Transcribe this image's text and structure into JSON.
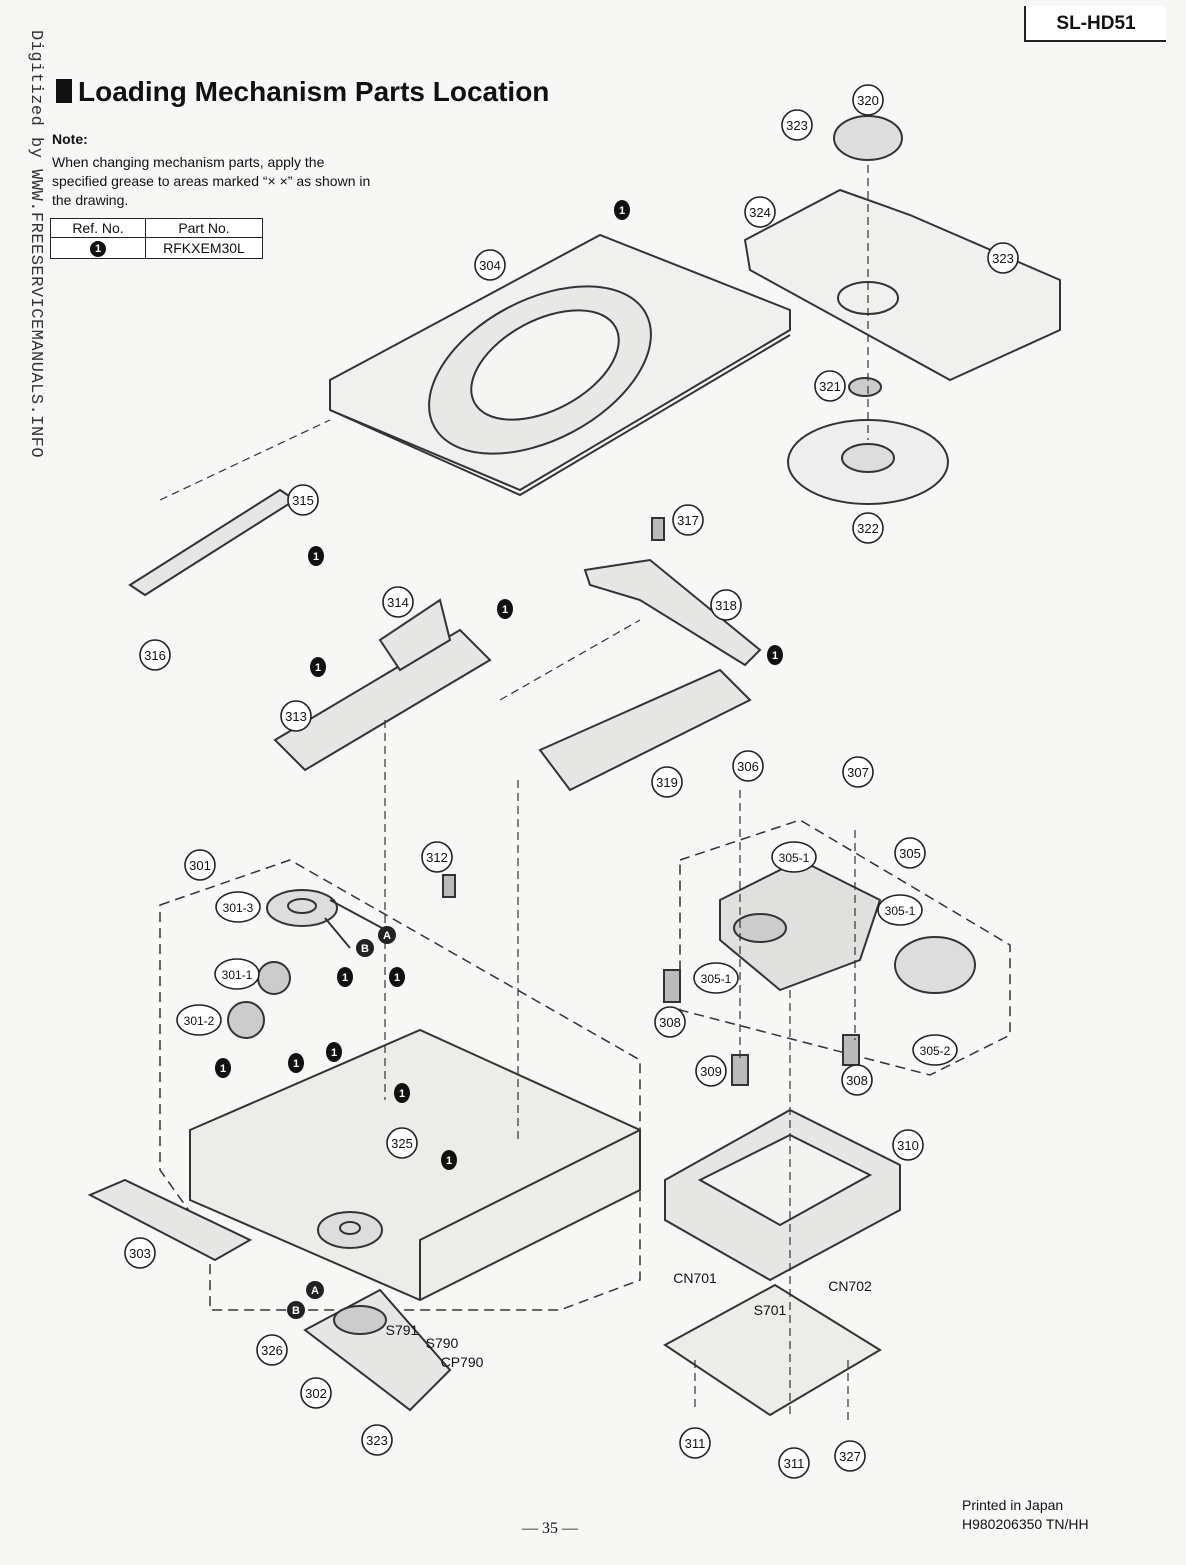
{
  "header": {
    "model": "SL-HD51"
  },
  "watermark": "Digitized by WWW.FREESERVICEMANUALS.INFO",
  "title": "Loading Mechanism Parts Location",
  "note": {
    "label": "Note:",
    "text": "When changing mechanism parts, apply the specified grease to areas marked “× ×” as shown in the drawing."
  },
  "ref_table": {
    "headers": [
      "Ref. No.",
      "Part No."
    ],
    "rows": [
      {
        "ref": "1",
        "part": "RFKXEM30L"
      }
    ]
  },
  "callouts": [
    "320",
    "323",
    "324",
    "323",
    "304",
    "321",
    "322",
    "315",
    "316",
    "317",
    "314",
    "318",
    "313",
    "319",
    "306",
    "307",
    "301",
    "312",
    "305-1",
    "305",
    "301-3",
    "305-1",
    "301-1",
    "305-1",
    "301-2",
    "308",
    "309",
    "305-2",
    "308",
    "325",
    "310",
    "303",
    "CN701",
    "CN702",
    "S701",
    "326",
    "S791",
    "S790",
    "CP790",
    "302",
    "323",
    "311",
    "311",
    "327"
  ],
  "grease_marks": [
    "1",
    "1",
    "1",
    "1",
    "1",
    "1",
    "1",
    "1",
    "1",
    "1",
    "1",
    "1"
  ],
  "letter_marks": [
    "A",
    "B",
    "A",
    "B"
  ],
  "footer": {
    "page": "— 35 —",
    "printed": "Printed in Japan",
    "code": "H980206350 TN/HH"
  }
}
